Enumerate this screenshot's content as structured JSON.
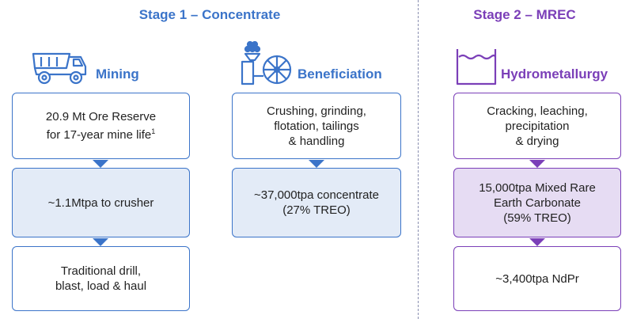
{
  "stages": [
    {
      "title": "Stage 1 – Concentrate"
    },
    {
      "title": "Stage 2 – MREC"
    }
  ],
  "columns": [
    {
      "header": "Mining",
      "icon": "dump-truck-icon",
      "boxes": [
        {
          "text": "20.9 Mt Ore Reserve\nfor 17-year mine life",
          "footnote": "1"
        },
        {
          "text": "~1.1Mtpa to crusher"
        },
        {
          "text": "Traditional drill,\nblast, load & haul"
        }
      ]
    },
    {
      "header": "Beneficiation",
      "icon": "crusher-mill-icon",
      "boxes": [
        {
          "text": "Crushing, grinding,\nflotation, tailings\n& handling"
        },
        {
          "text": "~37,000tpa concentrate\n(27% TREO)"
        }
      ]
    },
    {
      "header": "Hydrometallurgy",
      "icon": "liquid-tank-icon",
      "boxes": [
        {
          "text": "Cracking, leaching,\nprecipitation\n& drying"
        },
        {
          "text": "15,000tpa Mixed Rare\nEarth Carbonate\n(59% TREO)"
        },
        {
          "text": "~3,400tpa NdPr"
        }
      ]
    }
  ],
  "colors": {
    "stage1": "#3b74c9",
    "stage2": "#7b3fb8"
  }
}
